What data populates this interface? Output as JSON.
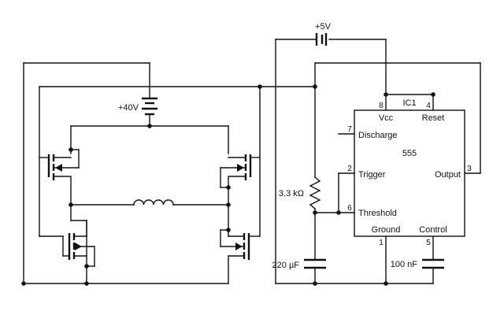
{
  "supply_5v": "+5V",
  "supply_40v": "+40V",
  "ic": {
    "ref": "IC1",
    "part": "555",
    "pins": {
      "vcc": {
        "name": "Vcc",
        "num": "8"
      },
      "reset": {
        "name": "Reset",
        "num": "4"
      },
      "discharge": {
        "name": "Discharge",
        "num": "7"
      },
      "trigger": {
        "name": "Trigger",
        "num": "2"
      },
      "output": {
        "name": "Output",
        "num": "3"
      },
      "threshold": {
        "name": "Threshold",
        "num": "6"
      },
      "ground": {
        "name": "Ground",
        "num": "1"
      },
      "control": {
        "name": "Control",
        "num": "5"
      }
    }
  },
  "resistor": "3.3 kΩ",
  "cap_timing": "220 µF",
  "cap_control": "100 nF"
}
